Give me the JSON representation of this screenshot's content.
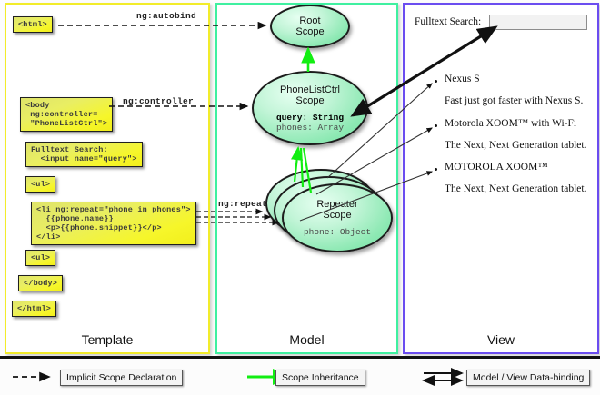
{
  "columns": [
    {
      "id": "template",
      "label": "Template",
      "border_color": "#f2ec2a"
    },
    {
      "id": "model",
      "label": "Model",
      "border_color": "#3ff0a0"
    },
    {
      "id": "view",
      "label": "View",
      "border_color": "#6b4df0"
    }
  ],
  "template": {
    "boxes": [
      {
        "name": "html-open-tag",
        "code": "<html>"
      },
      {
        "name": "body-controller-tag",
        "code": "<body\n ng:controller=\n \"PhoneListCtrl\">"
      },
      {
        "name": "fulltext-search-input-markup",
        "code": "Fulltext Search:\n  <input name=\"query\">"
      },
      {
        "name": "ul-open-tag",
        "code": "<ul>"
      },
      {
        "name": "li-ng-repeat-markup",
        "code": "<li ng:repeat=\"phone in phones\">\n  {{phone.name}}\n  <p>{{phone.snippet}}</p>\n</li>"
      },
      {
        "name": "ul-close-tag",
        "code": "<ul>"
      },
      {
        "name": "body-close-tag",
        "code": "</body>"
      },
      {
        "name": "html-close-tag",
        "code": "</html>"
      }
    ]
  },
  "model": {
    "scopes": [
      {
        "name": "root-scope",
        "title": "Root\nScope",
        "props": []
      },
      {
        "name": "phonelistctrl-scope",
        "title": "PhoneListCtrl\nScope",
        "props": [
          {
            "text": "query: String",
            "bold": true
          },
          {
            "text": "phones: Array",
            "bold": false
          }
        ]
      },
      {
        "name": "repeater-scope",
        "title": "Repeater\nScope",
        "props": [
          {
            "text": "phone: Object",
            "bold": false
          }
        ]
      }
    ]
  },
  "view": {
    "search_label": "Fulltext Search:",
    "search_value": "",
    "phones": [
      {
        "name": "Nexus S",
        "snippet": "Fast just got faster with Nexus S."
      },
      {
        "name": "Motorola XOOM™  with Wi-Fi",
        "snippet": "The Next, Next Generation tablet."
      },
      {
        "name": "MOTOROLA XOOM™",
        "snippet": "The Next, Next Generation tablet."
      }
    ]
  },
  "connectors": {
    "labels": [
      {
        "name": "ng-autobind-label",
        "text": "ng:autobind"
      },
      {
        "name": "ng-controller-label",
        "text": "ng:controller"
      },
      {
        "name": "ng-repeat-label",
        "text": "ng:repeat"
      }
    ]
  },
  "legend": [
    {
      "name": "legend-implicit-scope-declaration",
      "label": "Implicit Scope Declaration",
      "arrow": "dashed-black",
      "color": "#111111"
    },
    {
      "name": "legend-scope-inheritance",
      "label": "Scope Inheritance",
      "arrow": "solid-green",
      "color": "#12ee12"
    },
    {
      "name": "legend-model-view-databinding",
      "label": "Model / View Data-binding",
      "arrow": "double-black",
      "color": "#111111"
    }
  ]
}
